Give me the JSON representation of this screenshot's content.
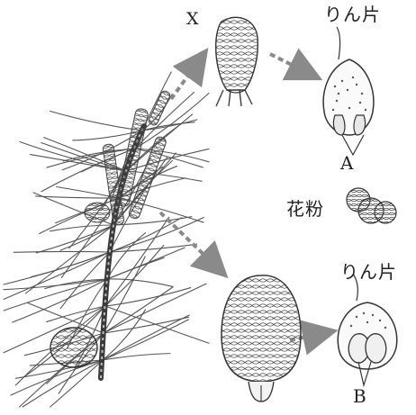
{
  "labels": {
    "x": "X",
    "scale_upper": "りん片",
    "a": "A",
    "pollen": "花粉",
    "scale_lower": "りん片",
    "b": "B"
  },
  "colors": {
    "ink": "#2b2b2b",
    "arrow": "#8a8a8a",
    "leaf": "#555555"
  }
}
